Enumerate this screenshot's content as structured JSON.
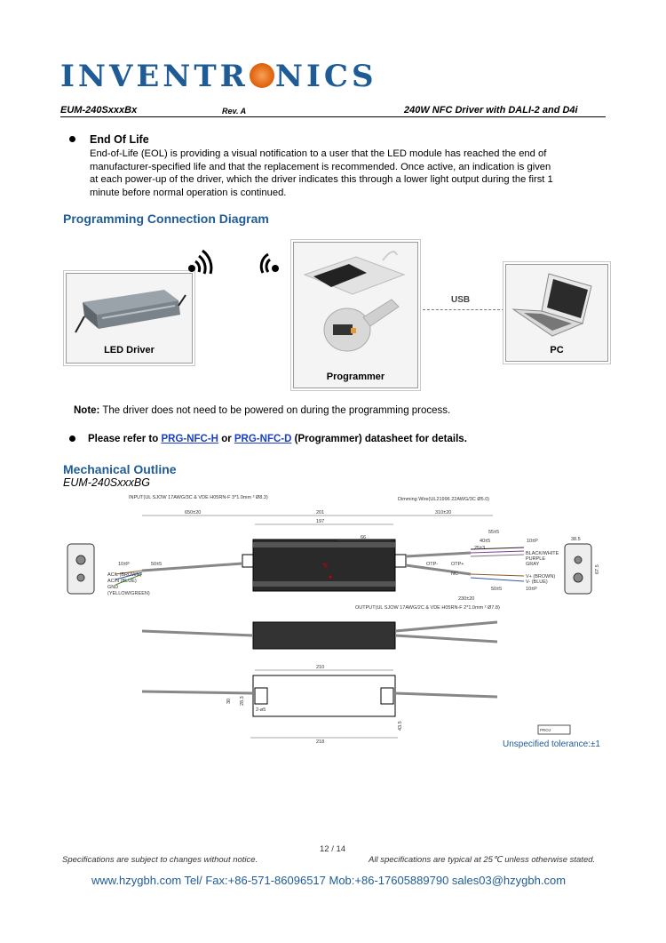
{
  "brand": {
    "logo_before": "INVENTR",
    "logo_after": "NICS"
  },
  "header": {
    "model": "EUM-240SxxxBx",
    "revision": "Rev. A",
    "product": "240W NFC Driver with DALI-2 and D4i"
  },
  "end_of_life": {
    "title": "End Of Life",
    "lines": [
      "End-of-Life (EOL) is providing a visual notification to a user that the LED module has reached the end of",
      "manufacturer-specified life and that the replacement is recommended. Once active, an indication is given",
      "at each power-up of the driver, which the driver indicates this through a lower light output during the first 1",
      "minute before normal operation is continued."
    ]
  },
  "programming": {
    "title": "Programming Connection Diagram",
    "led_driver_label": "LED Driver",
    "programmer_label": "Programmer",
    "pc_label": "PC",
    "usb_label": "USB",
    "note_label": "Note:",
    "note_text": " The driver does not need to be powered on during the programming process.",
    "refer_prefix": "Please refer to ",
    "link_h": "PRG-NFC-H",
    "refer_or": " or ",
    "link_d": "PRG-NFC-D",
    "refer_suffix": " (Programmer) datasheet for details."
  },
  "mechanical": {
    "title": "Mechanical Outline",
    "subtitle": "EUM-240SxxxBG",
    "input_cable": "INPUT(UL SJOW 17AWG/3C & VDE H05RN-F 3*1.0mm  ² Ø8.3)",
    "dimming_wire": "Dimming Wire(UL21996 22AWG/3C Ø5.0)",
    "output_cable": "OUTPUT(UL SJOW 17AWG/2C & VDE H05RN-F 2*1.0mm  ² Ø7.8)",
    "dims": {
      "d650": "650±20",
      "d201": "201",
      "d310": "310±20",
      "d197": "197",
      "d66": "66",
      "d55": "55±5",
      "d40": "40±5",
      "d25": "25±3",
      "d10a": "10±P",
      "d10b": "10±P",
      "d50a": "50±5",
      "d50b": "50±5",
      "d230": "230±20",
      "d10c": "10±P",
      "d38": "38.5",
      "d67": "67.5",
      "d210": "210",
      "d218": "218",
      "d28": "28.3",
      "d30": "30",
      "d43": "43.5",
      "hole": "2-ø5"
    },
    "wire_labels": {
      "acl": "AC/L (BROWN)",
      "acn": "AC/N (BLUE)",
      "gnd": "GND",
      "gnd2": "(YELLOW/GREEN)",
      "dim1": "BLACK/WHITE",
      "dim2": "PURPLE",
      "dim3": "GRAY",
      "vplus": "V+ (BROWN)",
      "vminus": "V- (BLUE)"
    },
    "tc": "Tc",
    "otp_minus": "OTP-",
    "otp_plus": "OTP+",
    "nc": "NC",
    "proj": "PROJ",
    "tolerance": "Unspecified tolerance:±1"
  },
  "footer": {
    "page": "12 / 14",
    "left": "Specifications are subject to changes without notice.",
    "right": "All specifications are typical at 25℃ unless otherwise stated.",
    "contact": "www.hzygbh.com  Tel/ Fax:+86-571-86096517 Mob:+86-17605889790  sales03@hzygbh.com"
  },
  "colors": {
    "brand_blue": "#1f5b95",
    "link_blue": "#1a3fc4",
    "logo_orange": "#e56a16"
  }
}
